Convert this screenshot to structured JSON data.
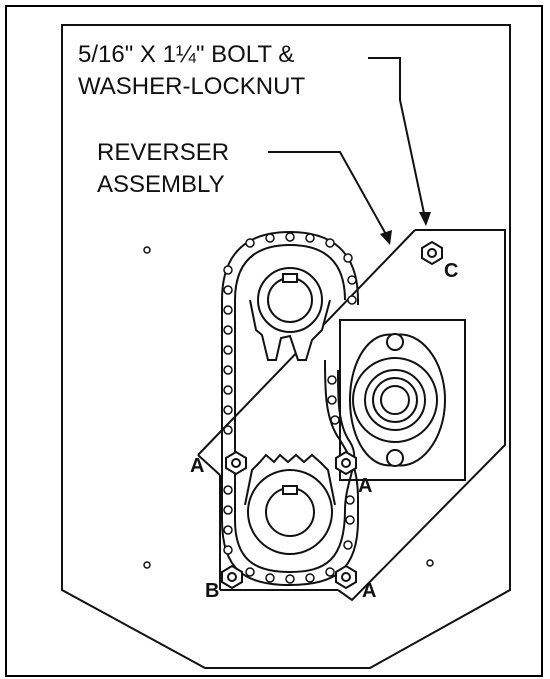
{
  "labels": {
    "bolt_line1": "5/16\" X 1¼\" BOLT &",
    "bolt_line2": "WASHER-LOCKNUT",
    "reverser_line1": "REVERSER",
    "reverser_line2": "ASSEMBLY",
    "point_c": "C",
    "point_a_left": "A",
    "point_a_right": "A",
    "point_a_bottom": "A",
    "point_b": "B"
  },
  "colors": {
    "ink": "#111111",
    "background": "#ffffff"
  }
}
